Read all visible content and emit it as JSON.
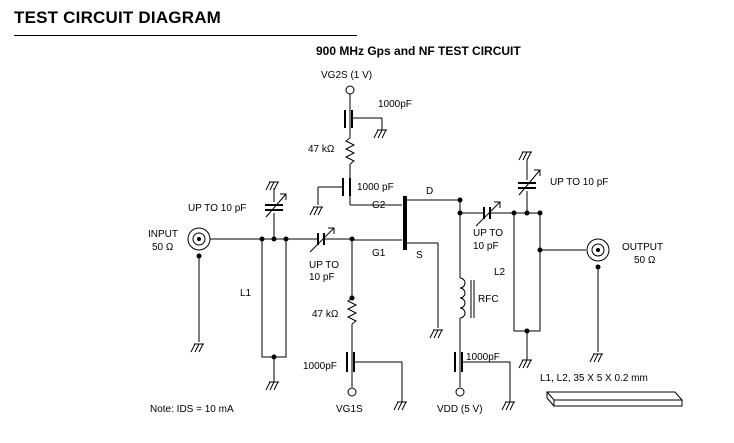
{
  "header": {
    "title": "TEST CIRCUIT DIAGRAM",
    "subtitle": "900 MHz Gps and NF TEST CIRCUIT"
  },
  "labels": {
    "vg2s": "VG2S (1 V)",
    "cap_1000pf_top": "1000pF",
    "res_47k_top": "47 kΩ",
    "cap_1000pf_g2": "1000 pF",
    "g2": "G2",
    "d": "D",
    "g1": "G1",
    "s": "S",
    "up_to_10pf_top_right": "UP TO 10 pF",
    "up_to_10pf_top_left": "UP TO 10 pF",
    "input": "INPUT",
    "input_imp": "50 Ω",
    "output": "OUTPUT",
    "output_imp": "50 Ω",
    "up_to_mid_1": "UP TO",
    "up_to_mid_2": "10 pF",
    "up_to_right_1": "UP TO",
    "up_to_right_2": "10 pF",
    "l1": "L1",
    "l2": "L2",
    "rfc": "RFC",
    "res_47k_bottom": "47 kΩ",
    "cap_1000pf_bottom_left": "1000pF",
    "cap_1000pf_bottom_right": "1000pF",
    "vg1s": "VG1S",
    "vdd": "VDD (5 V)",
    "note": "Note:  IDS = 10 mA",
    "l_spec": "L1, L2, 35 X 5 X 0.2 mm"
  }
}
